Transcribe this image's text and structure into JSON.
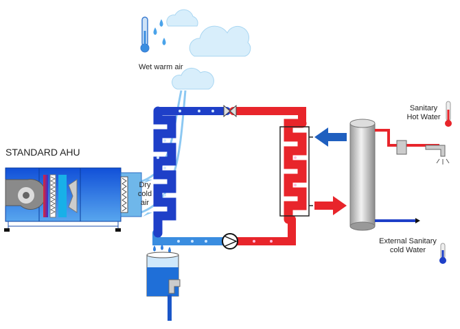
{
  "labels": {
    "wet_warm_air": "Wet warm air",
    "ahu": "STANDARD AHU",
    "dry_cold_air": [
      "Dry",
      "cold",
      "air"
    ],
    "hot_water": [
      "Sanitary",
      "Hot Water"
    ],
    "cold_water": [
      "External Sanitary",
      "cold Water"
    ]
  },
  "colors": {
    "cold": "#1e3fc8",
    "light_cold": "#3a8de0",
    "hot": "#e8252b",
    "ahu": "#1d6fe0"
  },
  "icons": [
    "thermometer-icon",
    "cloud-icon",
    "water-drop-icon",
    "valve-icon",
    "pump-icon",
    "faucet-icon",
    "water-tank-icon",
    "fan-icon"
  ]
}
